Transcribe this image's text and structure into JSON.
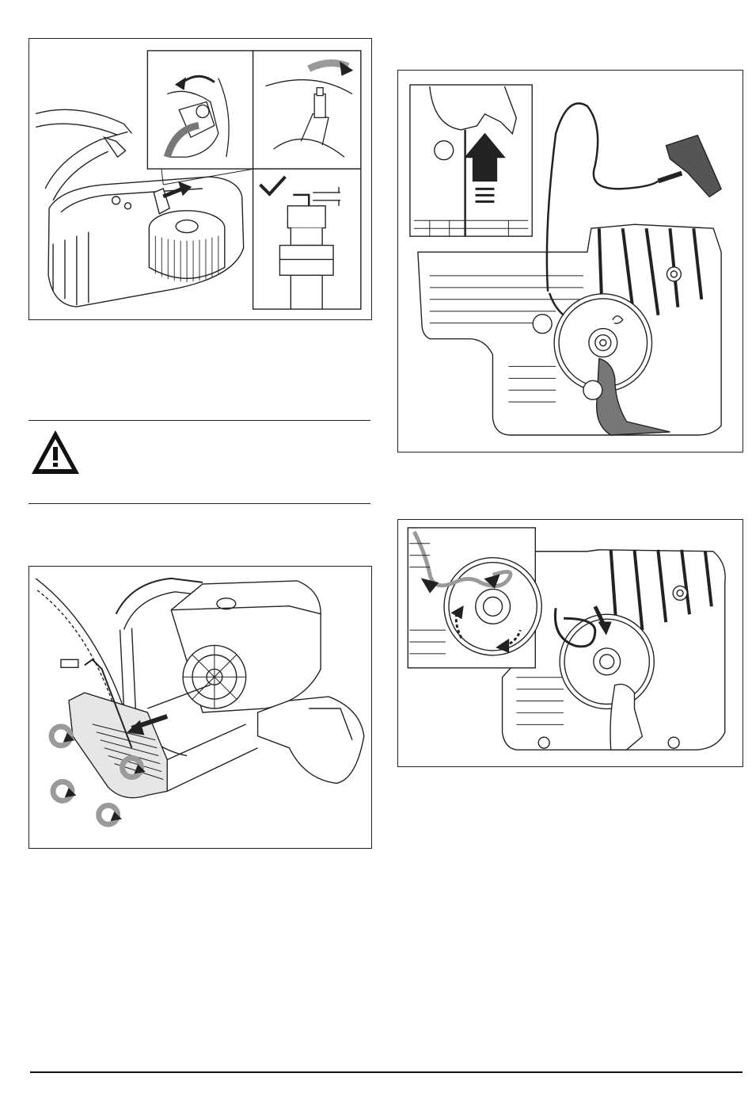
{
  "page": {
    "figures": [
      {
        "id": "spark-plug",
        "subject": "spark-plug-removal"
      },
      {
        "id": "starter-removal",
        "subject": "starter-cover-removal"
      },
      {
        "id": "pull-rope",
        "subject": "starter-rope-pull"
      },
      {
        "id": "rope-wind",
        "subject": "starter-rope-wind"
      }
    ],
    "warning": {
      "icon": "warning-triangle-icon",
      "text": ""
    }
  },
  "colors": {
    "line": "#222222",
    "gray_tone": "#9a9a9a",
    "dark_tone": "#555555",
    "fill_light": "#e6e6e6"
  }
}
